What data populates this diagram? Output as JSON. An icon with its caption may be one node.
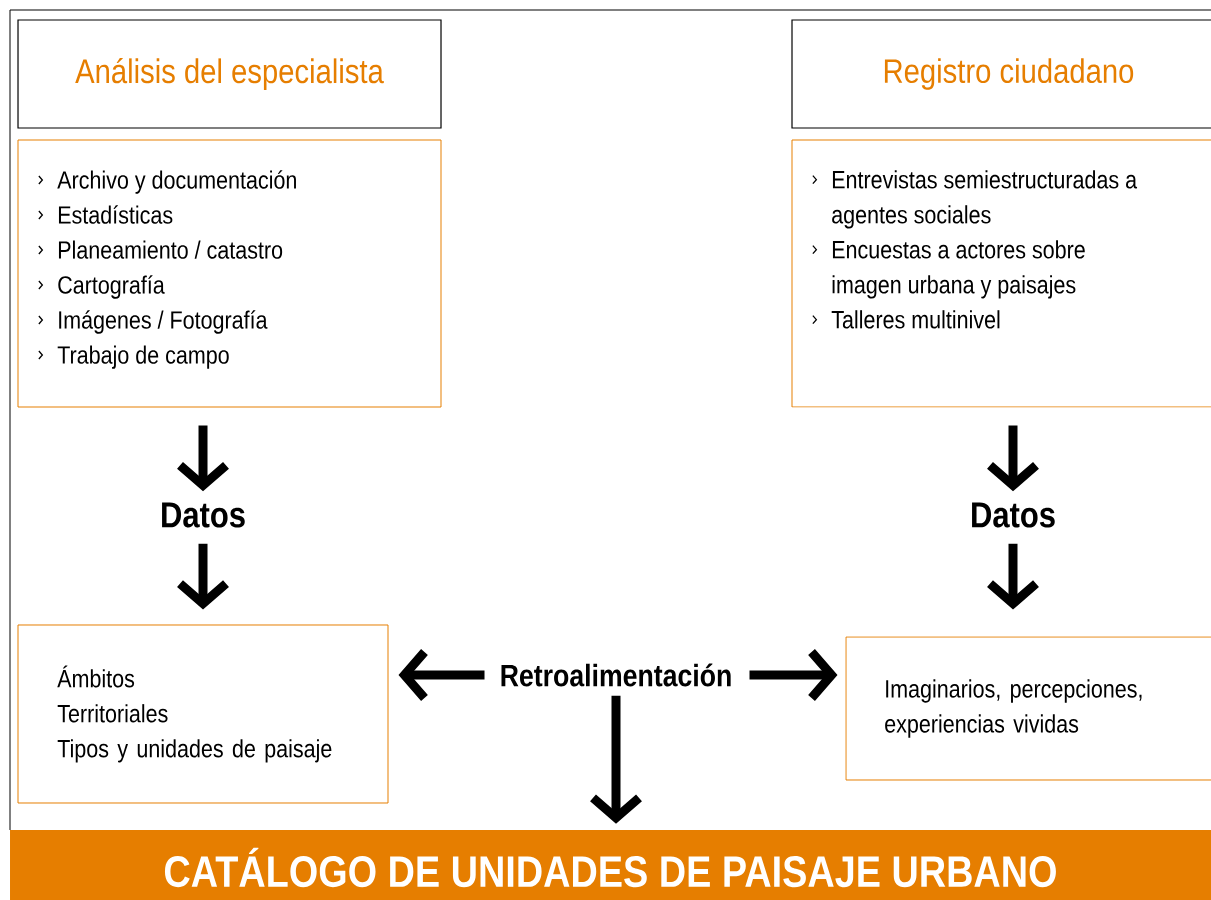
{
  "diagram": {
    "nodes": [
      {
        "text": [
          "Análisis del especialista"
        ]
      },
      {
        "text": [
          "Archivo y documentación",
          "Estadísticas",
          "Planeamiento / catastro",
          "Cartografía",
          "Imágenes / Fotografía",
          "Trabajo de campo"
        ]
      },
      {
        "text": [
          "Registro ciudadano"
        ]
      },
      {
        "text": [
          "Entrevistas semiestructuradas a agentes sociales",
          "Encuestas a actores sobre imagen urbana y paisajes",
          "Talleres multinivel"
        ]
      },
      {
        "text": [
          "Datos"
        ]
      },
      {
        "text": [
          "Datos"
        ]
      },
      {
        "text": [
          "Ámbitos",
          "Territoriales",
          "Tipos y unidades de paisaje"
        ]
      },
      {
        "text": [
          "Retroalimentación"
        ]
      },
      {
        "text": [
          "Imaginarios, percepciones, experiencias vividas"
        ]
      },
      {
        "text": [
          "CATÁLOGO DE UNIDADES DE PAISAJE URBANO"
        ]
      }
    ],
    "edges": [
      {
        "from": 1,
        "to": 4,
        "arrow": "to"
      },
      {
        "from": 4,
        "to": 6,
        "arrow": "to"
      },
      {
        "from": 3,
        "to": 5,
        "arrow": "to"
      },
      {
        "from": 5,
        "to": 8,
        "arrow": "to"
      },
      {
        "from": 7,
        "to": 6,
        "arrow": "to"
      },
      {
        "from": 7,
        "to": 8,
        "arrow": "to"
      },
      {
        "from": 7,
        "to": 9,
        "arrow": "to"
      }
    ]
  }
}
